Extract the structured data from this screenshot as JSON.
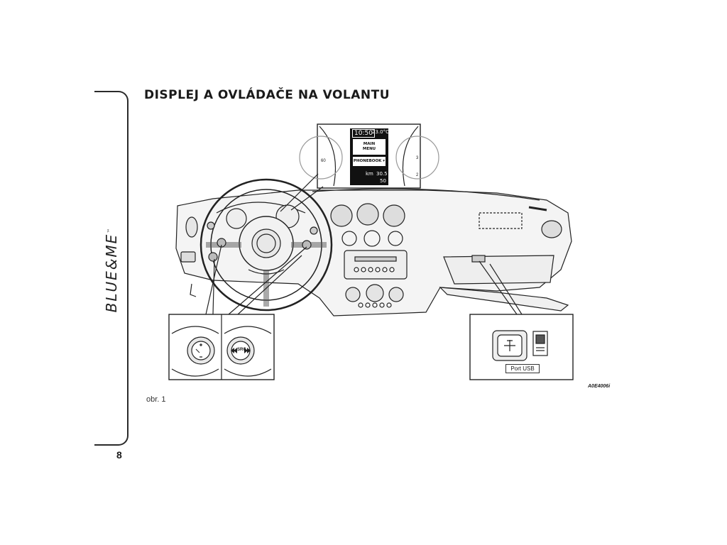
{
  "page": {
    "title": "DISPLEJ A OVLÁDAČE NA VOLANTU",
    "brand": "BLUE&ME",
    "brand_tm": "™",
    "page_number": "8",
    "caption": "obr. 1",
    "figure_code": "A0E4006i"
  },
  "display": {
    "time": "10:50",
    "temp": "23.0°C",
    "menu_line1": "MAIN",
    "menu_line2": "MENU",
    "phonebook": "PHONEBOOK",
    "km": "km",
    "odometer": "30.5",
    "trip": "50"
  },
  "controls": {
    "src_label": "SRC"
  },
  "usb": {
    "label": "Port USB"
  },
  "icons": [
    "steering-wheel",
    "usb-icon",
    "windows-media-icon",
    "phone-icon",
    "volume-icon",
    "seek-icon"
  ]
}
